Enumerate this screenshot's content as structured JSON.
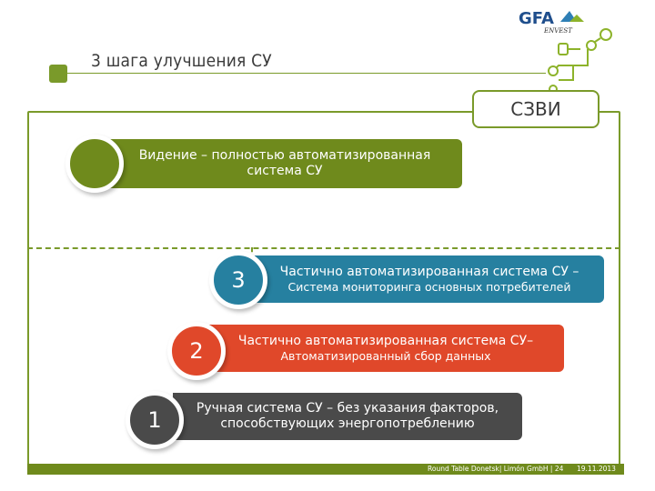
{
  "header": {
    "title": "3 шага улучшения СУ",
    "logo_text": "GFA",
    "logo_sub": "ENVEST"
  },
  "badge": {
    "label": "СЗВИ"
  },
  "steps": {
    "vision": {
      "line1": "Видение – полностью автоматизированная",
      "line2": "система СУ"
    },
    "step3": {
      "number": "3",
      "title": "Частично автоматизированная система СУ –",
      "sub": "Система мониторинга основных потребителей"
    },
    "step2": {
      "number": "2",
      "title": "Частично автоматизированная система СУ–",
      "sub": "Автоматизированный сбор данных"
    },
    "step1": {
      "number": "1",
      "title": "Ручная система СУ – без указания факторов,",
      "sub": "способствующих энергопотреблению"
    }
  },
  "footer": {
    "text": "Round Table Donetsk| Limón GmbH | 24",
    "date": "19.11.2013"
  },
  "colors": {
    "green": "#6f8a1c",
    "blue": "#2680a0",
    "red": "#e0482a",
    "dark": "#4a4a4a"
  }
}
